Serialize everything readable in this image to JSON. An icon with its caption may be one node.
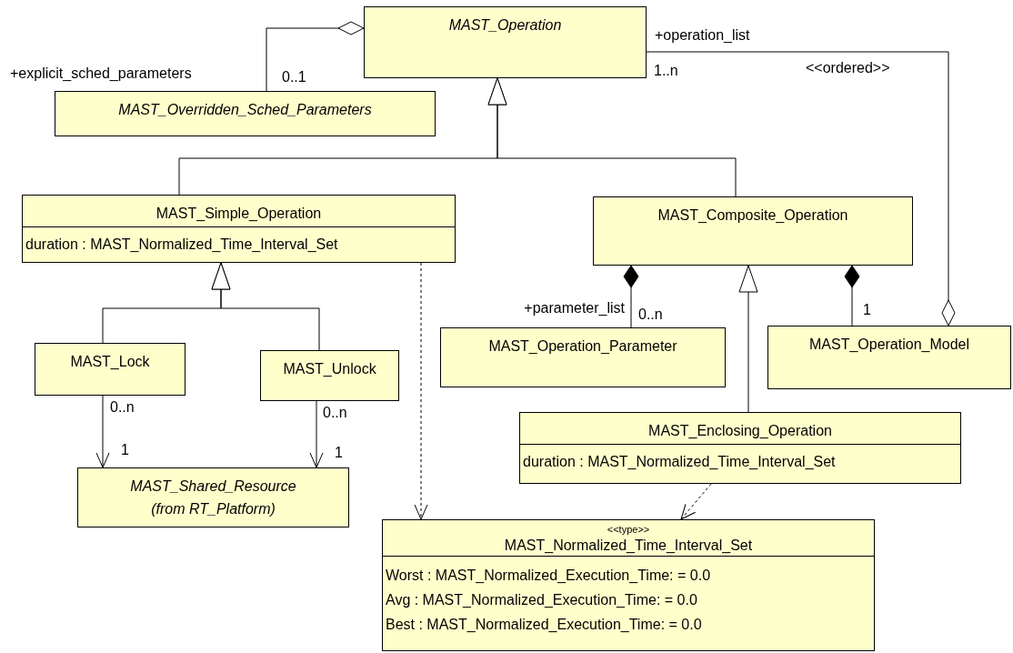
{
  "diagram": {
    "nodes": [
      {
        "text": [
          "MAST_Operation"
        ]
      },
      {
        "text": [
          "MAST_Overridden_Sched_Parameters"
        ]
      },
      {
        "text": [
          "MAST_Simple_Operation",
          "duration : MAST_Normalized_Time_Interval_Set"
        ]
      },
      {
        "text": [
          "MAST_Composite_Operation"
        ]
      },
      {
        "text": [
          "MAST_Lock"
        ]
      },
      {
        "text": [
          "MAST_Unlock"
        ]
      },
      {
        "text": [
          "MAST_Operation_Parameter"
        ]
      },
      {
        "text": [
          "MAST_Operation_Model"
        ]
      },
      {
        "text": [
          "MAST_Enclosing_Operation",
          "duration : MAST_Normalized_Time_Interval_Set"
        ]
      },
      {
        "text": [
          "MAST_Shared_Resource",
          "(from RT_Platform)"
        ]
      },
      {
        "text": [
          "<<type>>",
          "MAST_Normalized_Time_Interval_Set",
          "Worst : MAST_Normalized_Execution_Time: = 0.0",
          "Avg : MAST_Normalized_Execution_Time: = 0.0",
          "Best : MAST_Normalized_Execution_Time: = 0.0"
        ]
      }
    ],
    "edges": [
      {
        "from": 1,
        "to": 0,
        "arrow": "other"
      },
      {
        "from": 2,
        "to": 0,
        "arrow": "to"
      },
      {
        "from": 3,
        "to": 0,
        "arrow": "to"
      },
      {
        "from": 4,
        "to": 2,
        "arrow": "to"
      },
      {
        "from": 5,
        "to": 2,
        "arrow": "to"
      },
      {
        "from": 4,
        "to": 9,
        "arrow": "to"
      },
      {
        "from": 5,
        "to": 9,
        "arrow": "to"
      },
      {
        "from": 2,
        "to": 10,
        "arrow": "to",
        "style": "dashed"
      },
      {
        "from": 8,
        "to": 10,
        "arrow": "to",
        "style": "dashed"
      },
      {
        "from": 8,
        "to": 3,
        "arrow": "to"
      },
      {
        "from": 6,
        "to": 3,
        "arrow": "other"
      },
      {
        "from": 7,
        "to": 3,
        "arrow": "other"
      },
      {
        "from": 0,
        "to": 7,
        "arrow": "other"
      }
    ],
    "labels": [
      "+explicit_sched_parameters",
      "0..1",
      "+operation_list",
      "1..n",
      "<<ordered>>",
      "0..n",
      "1",
      "0..n",
      "1",
      "+parameter_list",
      "0..n",
      "1"
    ]
  }
}
